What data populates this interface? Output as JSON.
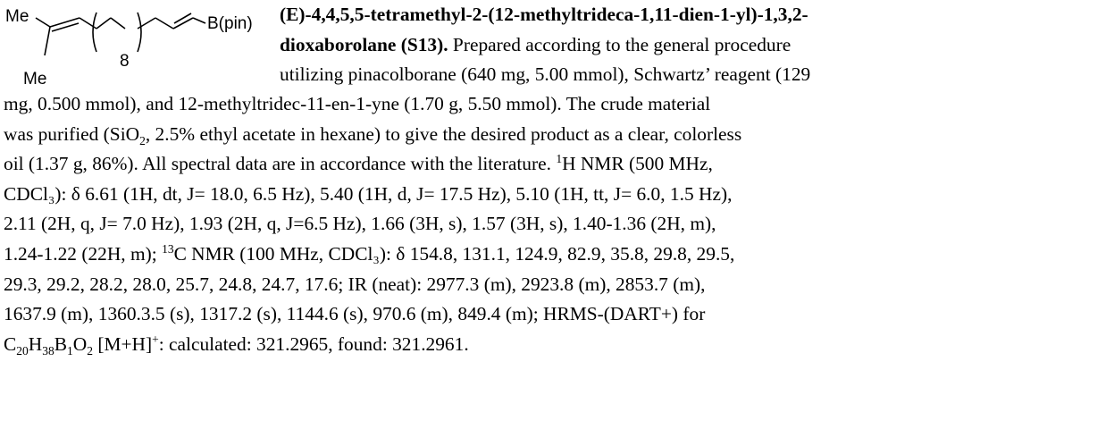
{
  "structure": {
    "label_me_top": "Me",
    "label_me_bottom": "Me",
    "label_repeat": "8",
    "label_bpin": "B(pin)"
  },
  "heading": {
    "title_line1": "(E)-4,4,5,5-tetramethyl-2-(12-methyltrideca-1,11-dien-1-yl)-1,3,2-",
    "title_line2": "dioxaborolane (S13).",
    "line2_rest": " Prepared according to the general procedure",
    "line3": "utilizing pinacolborane (640 mg, 5.00 mmol), Schwartz’ reagent (129"
  },
  "body": {
    "line4": "mg, 0.500 mmol), and 12-methyltridec-11-en-1-yne (1.70 g, 5.50 mmol).  The crude material",
    "line5a": "was purified (SiO",
    "line5_sub": "2",
    "line5b": ", 2.5% ethyl acetate in hexane) to give the desired product as a clear, colorless",
    "line6a": "oil (1.37 g, 86%).  All spectral data are in accordance with the literature.  ",
    "line6_sup": "1",
    "line6b": "H NMR (500 MHz,",
    "line7": "CDCl₃): δ 6.61 (1H, dt, J= 18.0, 6.5 Hz), 5.40 (1H, d, J= 17.5 Hz), 5.10 (1H, tt, J= 6.0, 1.5 Hz),",
    "line8": "2.11 (2H, q, J= 7.0 Hz), 1.93 (2H, q, J=6.5 Hz), 1.66 (3H, s), 1.57 (3H, s), 1.40-1.36 (2H, m),",
    "line9a": "1.24-1.22 (22H, m); ",
    "line9_sup": "13",
    "line9b": "C NMR (100 MHz, CDCl₃): δ 154.8, 131.1, 124.9, 82.9, 35.8, 29.8, 29.5,",
    "line10": "29.3, 29.2, 28.2, 28.0, 25.7, 24.8, 24.7, 17.6; IR (neat): 2977.3 (m), 2923.8 (m), 2853.7 (m),",
    "line11": "1637.9 (m), 1360.3.5 (s), 1317.2 (s), 1144.6 (s), 970.6 (m), 849.4 (m); HRMS-(DART+) for",
    "line12a": "C",
    "line12_sub1": "20",
    "line12b": "H",
    "line12_sub2": "38",
    "line12c": "B",
    "line12_sub3": "1",
    "line12d": "O",
    "line12_sub4": "2",
    "line12e": " [M+H]",
    "line12_sup": "+",
    "line12f": ": calculated: 321.2965, found: 321.2961."
  }
}
